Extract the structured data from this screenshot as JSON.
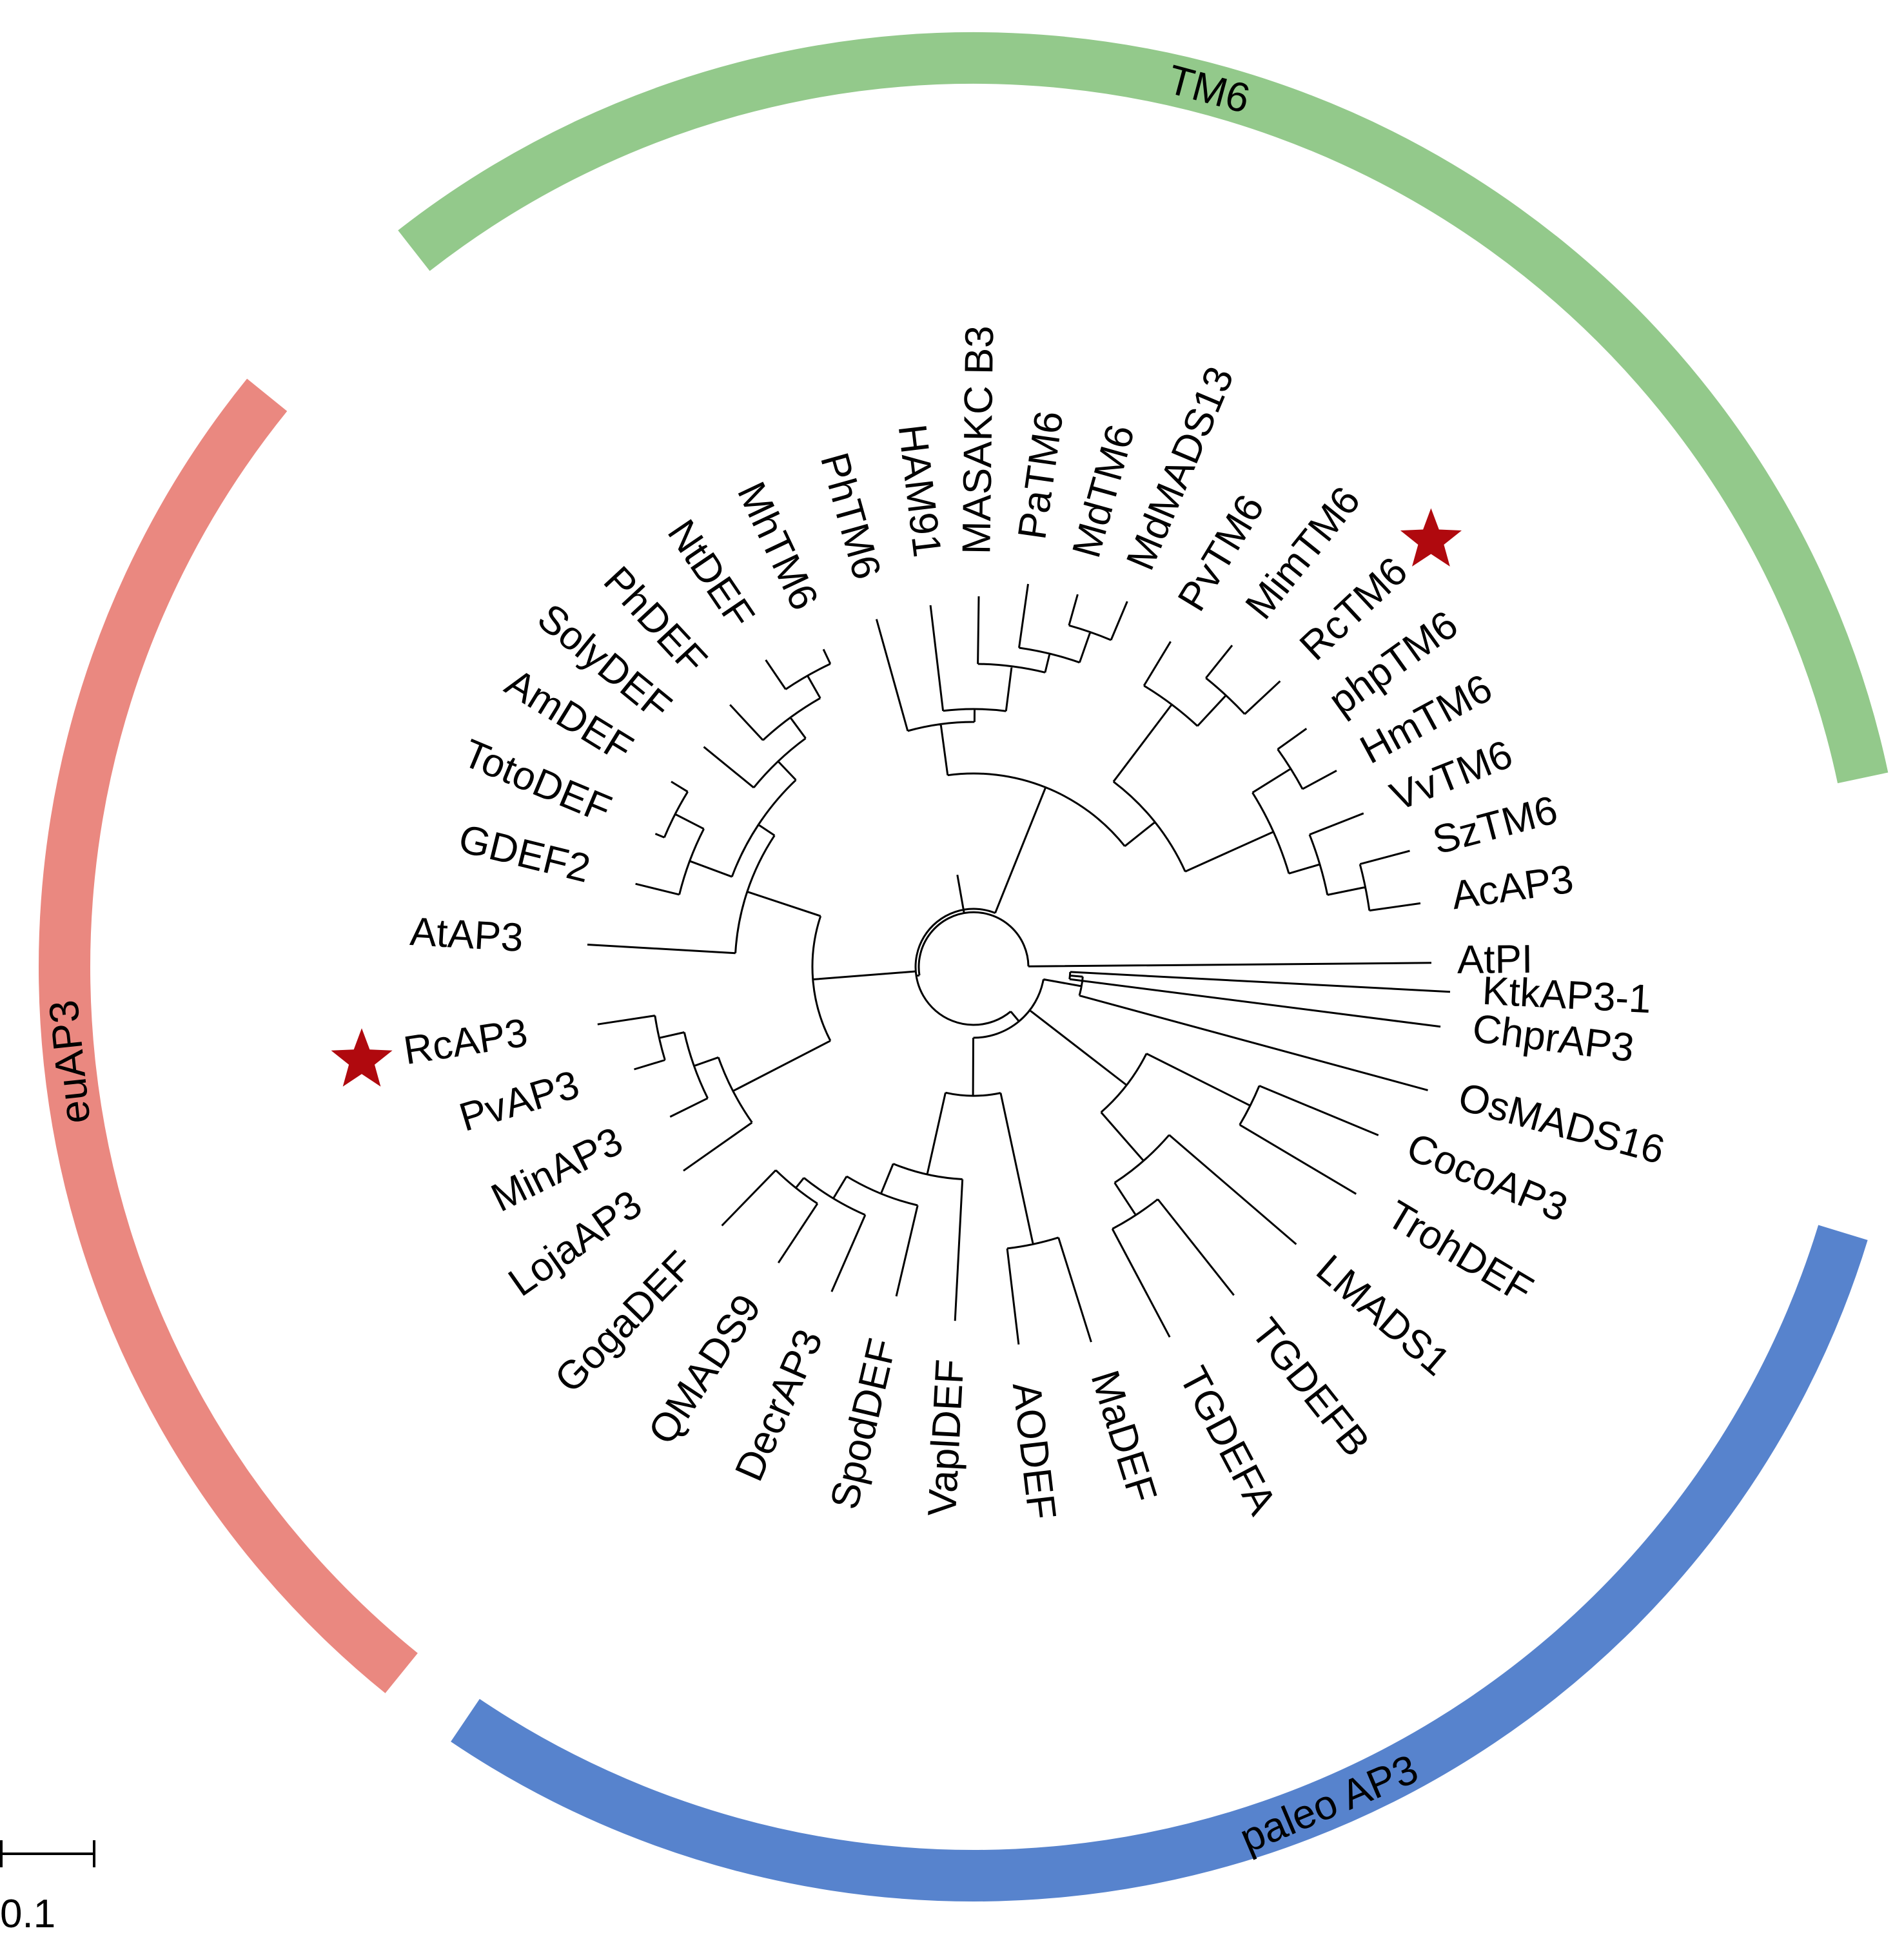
{
  "clades": [
    {
      "id": "tm6",
      "label": "TM6",
      "color": "#93c98b"
    },
    {
      "id": "euap3",
      "label": "euAP3",
      "color": "#ea8880"
    },
    {
      "id": "paleo",
      "label": "paleo AP3",
      "color": "#5783cd"
    }
  ],
  "leaves": [
    {
      "label": "AtPI"
    },
    {
      "label": "AcAP3"
    },
    {
      "label": "SzTM6"
    },
    {
      "label": "VvTM6"
    },
    {
      "label": "HmTM6"
    },
    {
      "label": "phpTM6"
    },
    {
      "label": "RcTM6",
      "starred": true
    },
    {
      "label": "MimTM6"
    },
    {
      "label": "PvTM6"
    },
    {
      "label": "MdMADS13"
    },
    {
      "label": "MdTM6"
    },
    {
      "label": "PaTM6"
    },
    {
      "label": "MASAKC B3"
    },
    {
      "label": "HAM91"
    },
    {
      "label": "PhTM6"
    },
    {
      "label": "MhTM6"
    },
    {
      "label": "NtDEF"
    },
    {
      "label": "PhDEF"
    },
    {
      "label": "SolyDEF"
    },
    {
      "label": "AmDEF"
    },
    {
      "label": "TotoDEF"
    },
    {
      "label": "GDEF2"
    },
    {
      "label": "AtAP3"
    },
    {
      "label": "RcAP3",
      "starred": true
    },
    {
      "label": "PvAP3"
    },
    {
      "label": "MinAP3"
    },
    {
      "label": "LojaAP3"
    },
    {
      "label": "GogaDEF"
    },
    {
      "label": "QMADS9"
    },
    {
      "label": "DecrAP3"
    },
    {
      "label": "SpodDEF"
    },
    {
      "label": "VaplDEF"
    },
    {
      "label": "AODEF"
    },
    {
      "label": "MaDEF"
    },
    {
      "label": "TGDEFA"
    },
    {
      "label": "TGDEFB"
    },
    {
      "label": "LMADS1"
    },
    {
      "label": "TrohDEF"
    },
    {
      "label": "CocoAP3"
    },
    {
      "label": "OsMADS16"
    },
    {
      "label": "ChprAP3"
    },
    {
      "label": "KtkAP3-1"
    }
  ],
  "scale_bar": {
    "label": "0.1"
  },
  "colors": {
    "star": "#b0090e",
    "branch": "#000000"
  }
}
